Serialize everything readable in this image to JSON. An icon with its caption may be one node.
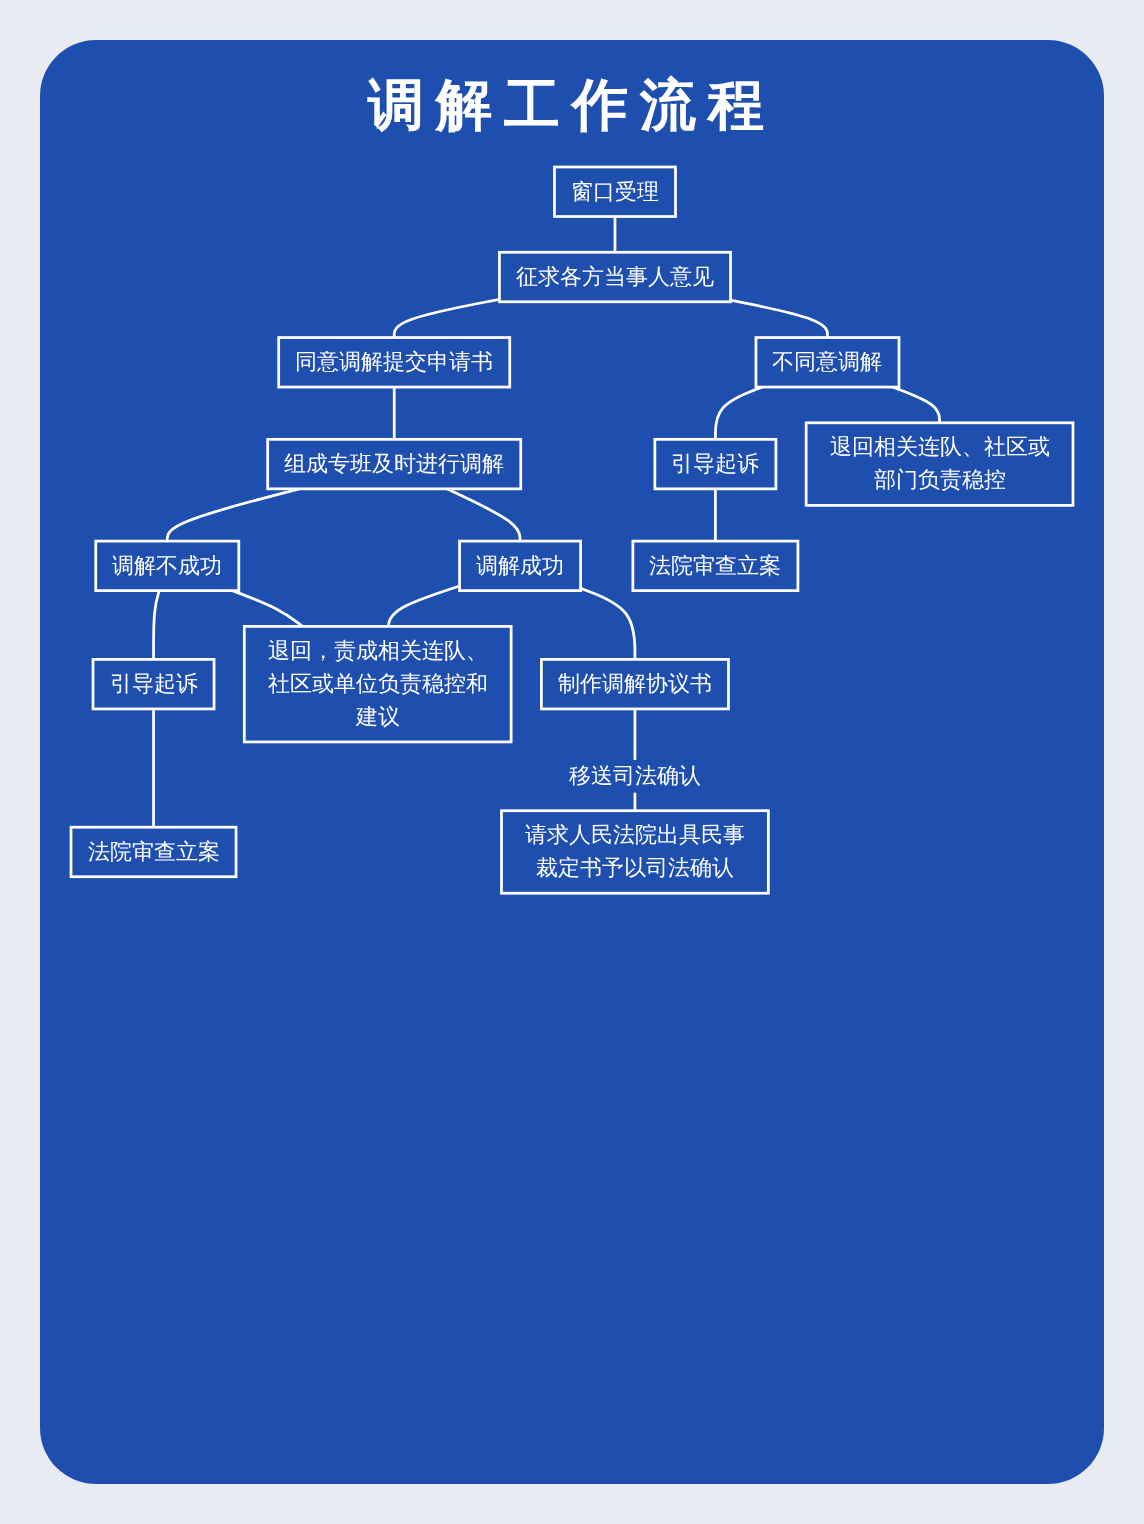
{
  "diagram": {
    "title": "调解工作流程",
    "nodes": [
      {
        "text": [
          "窗口受理"
        ]
      },
      {
        "text": [
          "征求各方当事人意见"
        ]
      },
      {
        "text": [
          "同意调解提交申请书"
        ]
      },
      {
        "text": [
          "不同意调解"
        ]
      },
      {
        "text": [
          "组成专班及时进行调解"
        ]
      },
      {
        "text": [
          "引导起诉"
        ]
      },
      {
        "text": [
          "法院审查立案"
        ]
      },
      {
        "text": [
          "退回相关连队、社区或部门负责稳控"
        ]
      },
      {
        "text": [
          "调解不成功"
        ]
      },
      {
        "text": [
          "调解成功"
        ]
      },
      {
        "text": [
          "引导起诉"
        ]
      },
      {
        "text": [
          "法院审查立案"
        ]
      },
      {
        "text": [
          "制作调解协议书"
        ]
      },
      {
        "text": [
          "请求人民法院出具民事裁定书予以司法确认"
        ]
      },
      {
        "text": [
          "退回，责成相关连队、社区或单位负责稳控和建议"
        ]
      }
    ],
    "edges": [
      {
        "from": 0,
        "to": 1,
        "arrow": "none"
      },
      {
        "from": 1,
        "to": 2,
        "arrow": "none"
      },
      {
        "from": 1,
        "to": 3,
        "arrow": "none"
      },
      {
        "from": 2,
        "to": 4,
        "arrow": "none"
      },
      {
        "from": 3,
        "to": 5,
        "arrow": "none"
      },
      {
        "from": 5,
        "to": 6,
        "arrow": "none"
      },
      {
        "from": 3,
        "to": 7,
        "arrow": "none"
      },
      {
        "from": 4,
        "to": 8,
        "arrow": "none"
      },
      {
        "from": 4,
        "to": 9,
        "arrow": "none"
      },
      {
        "from": 8,
        "to": 10,
        "arrow": "none"
      },
      {
        "from": 10,
        "to": 11,
        "arrow": "none"
      },
      {
        "from": 8,
        "to": 14,
        "arrow": "none"
      },
      {
        "from": 9,
        "to": 14,
        "arrow": "none"
      },
      {
        "from": 9,
        "to": 12,
        "arrow": "none"
      },
      {
        "from": 12,
        "to": 13,
        "label": "移送司法确认",
        "arrow": "none"
      }
    ]
  }
}
